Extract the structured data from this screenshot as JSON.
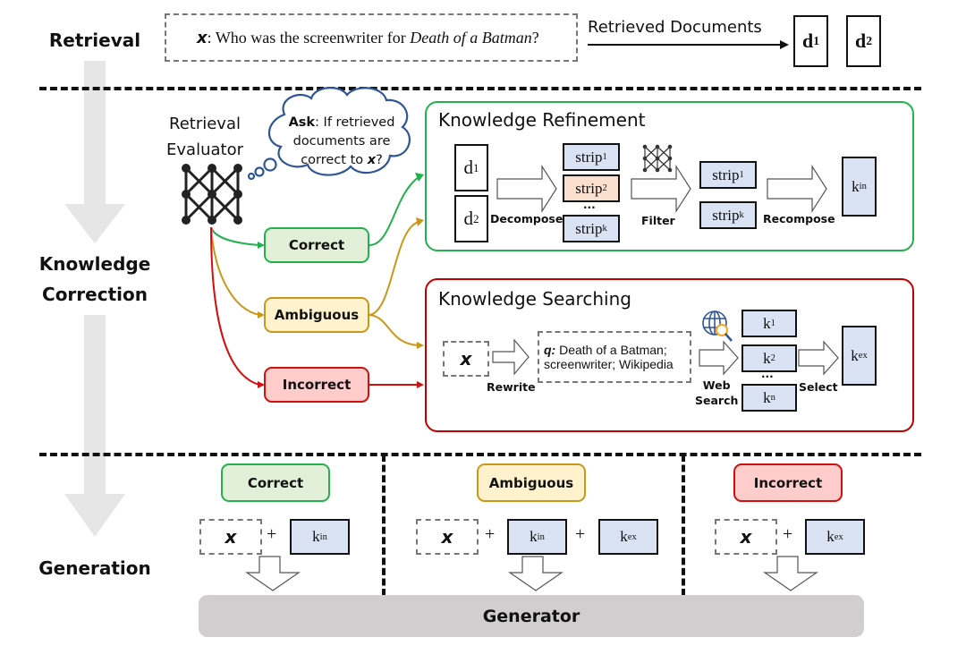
{
  "stages": {
    "retrieval": "Retrieval",
    "correction_line1": "Knowledge",
    "correction_line2": "Correction",
    "generation": "Generation"
  },
  "query": {
    "var": "x",
    "sep": ":",
    "text_before": " Who was the screenwriter for ",
    "text_italic": "Death of a Batman",
    "text_after": "?"
  },
  "retrieved": {
    "arrow_label": "Retrieved Documents",
    "docs": [
      {
        "base": "d",
        "sub": "1"
      },
      {
        "base": "d",
        "sub": "2"
      }
    ]
  },
  "evaluator": {
    "label_line1": "Retrieval",
    "label_line2": "Evaluator",
    "thought_bold": "Ask",
    "thought_line1": ": If retrieved",
    "thought_line2": "documents are",
    "thought_line3": "correct to ",
    "thought_var": "x",
    "thought_end": "?"
  },
  "judgments": {
    "correct": "Correct",
    "ambiguous": "Ambiguous",
    "incorrect": "Incorrect"
  },
  "colors": {
    "correct": "#22b14c",
    "ambiguous": "#c9981a",
    "incorrect": "#d00f0f",
    "thought_bubble": "#2f5597",
    "doc_fill": "#dae3f3",
    "strip_highlight": "#fbe0cf",
    "generator_fill": "#d0cece",
    "stage_arrow": "#e6e6e6"
  },
  "refinement": {
    "title": "Knowledge Refinement",
    "docs": [
      {
        "base": "d",
        "sub": "1"
      },
      {
        "base": "d",
        "sub": "2"
      }
    ],
    "decompose": "Decompose",
    "strips": [
      {
        "base": "strip",
        "sub": "1"
      },
      {
        "base": "strip",
        "sub": "2"
      },
      {
        "base": "strip",
        "sub": "k"
      }
    ],
    "strips_ellipsis": "...",
    "filter": "Filter",
    "filtered": [
      {
        "base": "strip",
        "sub": "1"
      },
      {
        "base": "strip",
        "sub": "k"
      }
    ],
    "recompose": "Recompose",
    "result": {
      "base": "k",
      "sub": "in"
    }
  },
  "searching": {
    "title": "Knowledge Searching",
    "input_var": "x",
    "rewrite": "Rewrite",
    "query_label": "q:",
    "query_line1": " Death of a Batman;",
    "query_line2": "screenwriter; Wikipedia",
    "web_search_line1": "Web",
    "web_search_line2": "Search",
    "results": [
      {
        "base": "k",
        "sub": "1"
      },
      {
        "base": "k",
        "sub": "2"
      },
      {
        "base": "k",
        "sub": "n"
      }
    ],
    "results_ellipsis": "...",
    "select": "Select",
    "result": {
      "base": "k",
      "sub": "ex"
    }
  },
  "generation": {
    "columns": [
      {
        "label": "Correct",
        "var": "x",
        "items": [
          {
            "base": "k",
            "sub": "in"
          }
        ]
      },
      {
        "label": "Ambiguous",
        "var": "x",
        "items": [
          {
            "base": "k",
            "sub": "in"
          },
          {
            "base": "k",
            "sub": "ex"
          }
        ]
      },
      {
        "label": "Incorrect",
        "var": "x",
        "items": [
          {
            "base": "k",
            "sub": "ex"
          }
        ]
      }
    ],
    "plus": "+",
    "generator": "Generator"
  }
}
